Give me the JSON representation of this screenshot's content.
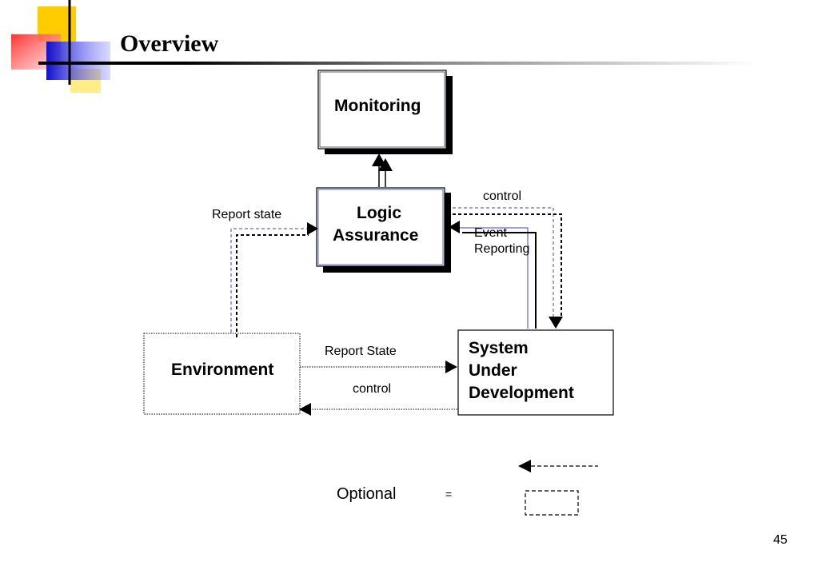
{
  "slide": {
    "title": "Overview",
    "page_number": "45"
  },
  "diagram": {
    "nodes": {
      "monitoring": "Monitoring",
      "logic_assurance": [
        "Logic",
        "Assurance"
      ],
      "environment": "Environment",
      "system": [
        "System",
        "Under",
        "Development"
      ]
    },
    "edge_labels": {
      "report_state_env_to_logic": "Report state",
      "control_logic_to_system": "control",
      "event_reporting": [
        "Event",
        "Reporting"
      ],
      "report_state_env_to_system": "Report State",
      "control_system_to_env": "control"
    },
    "legend": {
      "label": "Optional",
      "equals": "="
    }
  }
}
